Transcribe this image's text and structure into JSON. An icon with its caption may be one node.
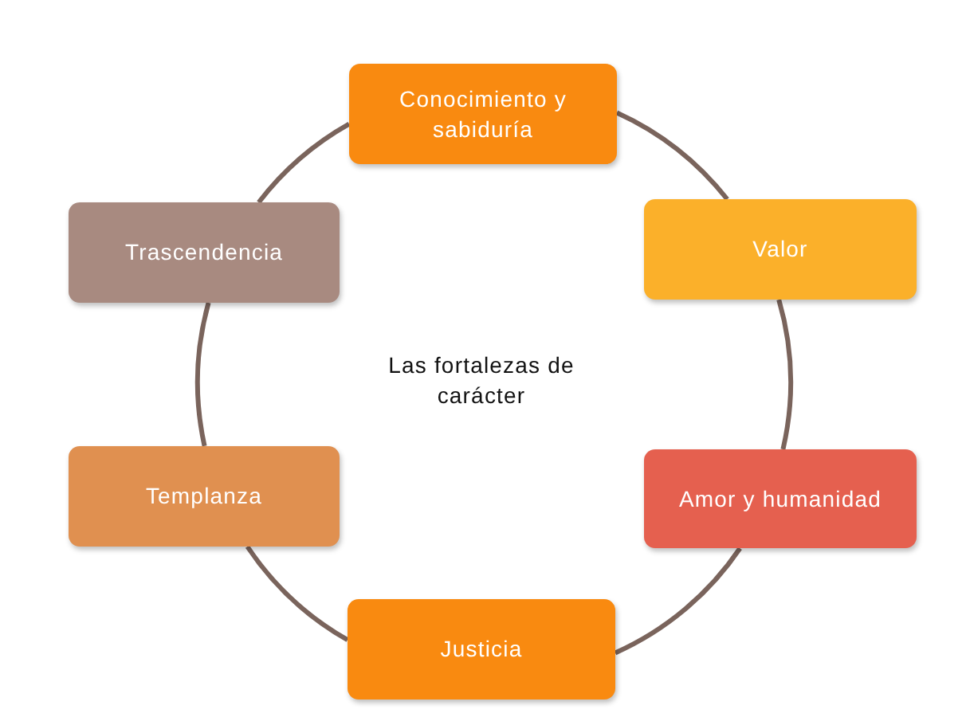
{
  "diagram": {
    "nodes": [
      {
        "text": [
          "Conocimiento y sabiduría"
        ]
      },
      {
        "text": [
          "Valor"
        ]
      },
      {
        "text": [
          "Amor y humanidad"
        ]
      },
      {
        "text": [
          "Justicia"
        ]
      },
      {
        "text": [
          "Templanza"
        ]
      },
      {
        "text": [
          "Trascendencia"
        ]
      }
    ],
    "edges": [
      {
        "from": 0,
        "to": 1,
        "arrow": "none"
      },
      {
        "from": 1,
        "to": 2,
        "arrow": "none"
      },
      {
        "from": 2,
        "to": 3,
        "arrow": "none"
      },
      {
        "from": 3,
        "to": 4,
        "arrow": "none"
      },
      {
        "from": 4,
        "to": 5,
        "arrow": "none"
      },
      {
        "from": 5,
        "to": 0,
        "arrow": "none"
      }
    ],
    "labels": [
      "Las fortalezas de carácter"
    ]
  }
}
